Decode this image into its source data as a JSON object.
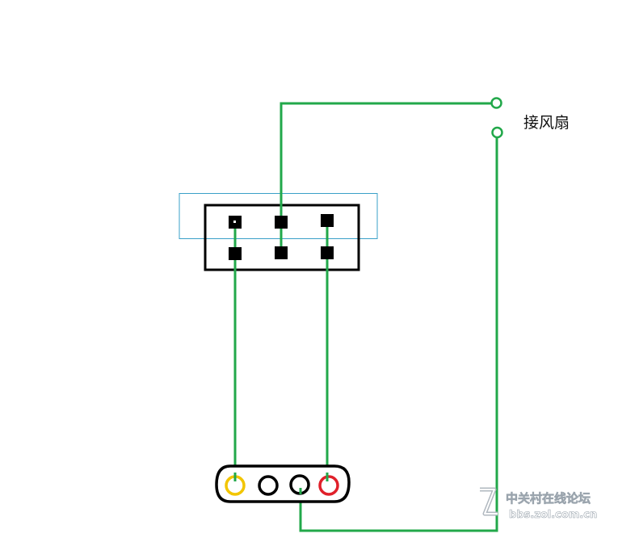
{
  "diagram": {
    "fan_label": "接风扇",
    "colors": {
      "wire": "#22a84a",
      "connector_outline": "#000000",
      "pin": "#000000",
      "selection_box": "#3aa0c8",
      "molex_yellow": "#f2c500",
      "molex_black": "#000000",
      "molex_red": "#e0202a"
    }
  },
  "watermark": {
    "brand": "中关村在线论坛",
    "url": "bbs.zol.com.cn"
  }
}
